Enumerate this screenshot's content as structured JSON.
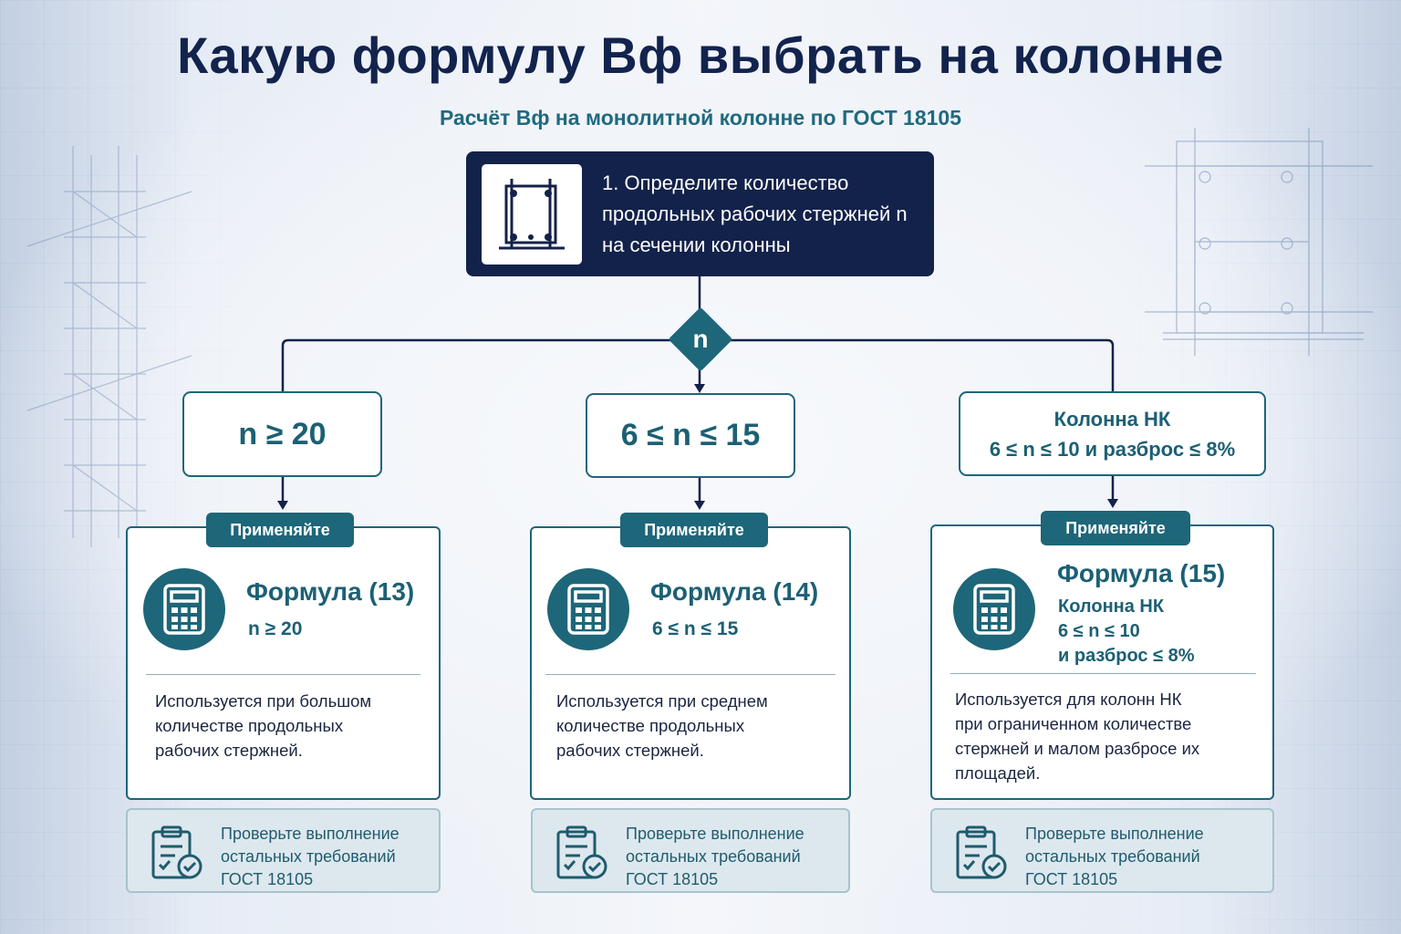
{
  "title": "Какую формулу Вф выбрать на колонне",
  "subtitle": "Расчёт Вф на монолитной колонне по ГОСТ 18105",
  "step": {
    "lines": [
      "1. Определите количество",
      "продольных рабочих стержней n",
      "на сечении колонны"
    ],
    "icon": "column-section-icon"
  },
  "decision": {
    "label": "n"
  },
  "branches": [
    {
      "condition": [
        "n ≥ 20"
      ],
      "apply_label": "Применяйте",
      "formula": "Формула (13)",
      "formula_sub": [
        "n ≥ 20"
      ],
      "description": [
        "Используется при большом",
        "количестве продольных",
        "рабочих стержней."
      ],
      "check": [
        "Проверьте выполнение",
        "остальных требований",
        "ГОСТ 18105"
      ]
    },
    {
      "condition": [
        "6 ≤ n ≤ 15"
      ],
      "apply_label": "Применяйте",
      "formula": "Формула (14)",
      "formula_sub": [
        "6 ≤ n ≤ 15"
      ],
      "description": [
        "Используется при среднем",
        "количестве продольных",
        "рабочих стержней."
      ],
      "check": [
        "Проверьте выполнение",
        "остальных требований",
        "ГОСТ 18105"
      ]
    },
    {
      "condition": [
        "Колонна НК",
        "6 ≤ n ≤ 10 и разброс ≤ 8%"
      ],
      "apply_label": "Применяйте",
      "formula": "Формула (15)",
      "formula_sub": [
        "Колонна НК",
        "6 ≤ n ≤ 10",
        "и разброс ≤ 8%"
      ],
      "description": [
        "Используется для колонн НК",
        "при ограниченном количестве",
        "стержней и малом разбросе их",
        "площадей."
      ],
      "check": [
        "Проверьте выполнение",
        "остальных требований",
        "ГОСТ 18105"
      ]
    }
  ],
  "colors": {
    "navy": "#13224a",
    "teal": "#1e6679",
    "teal_text": "#1c6074",
    "check_bg": "#dde8ee"
  }
}
